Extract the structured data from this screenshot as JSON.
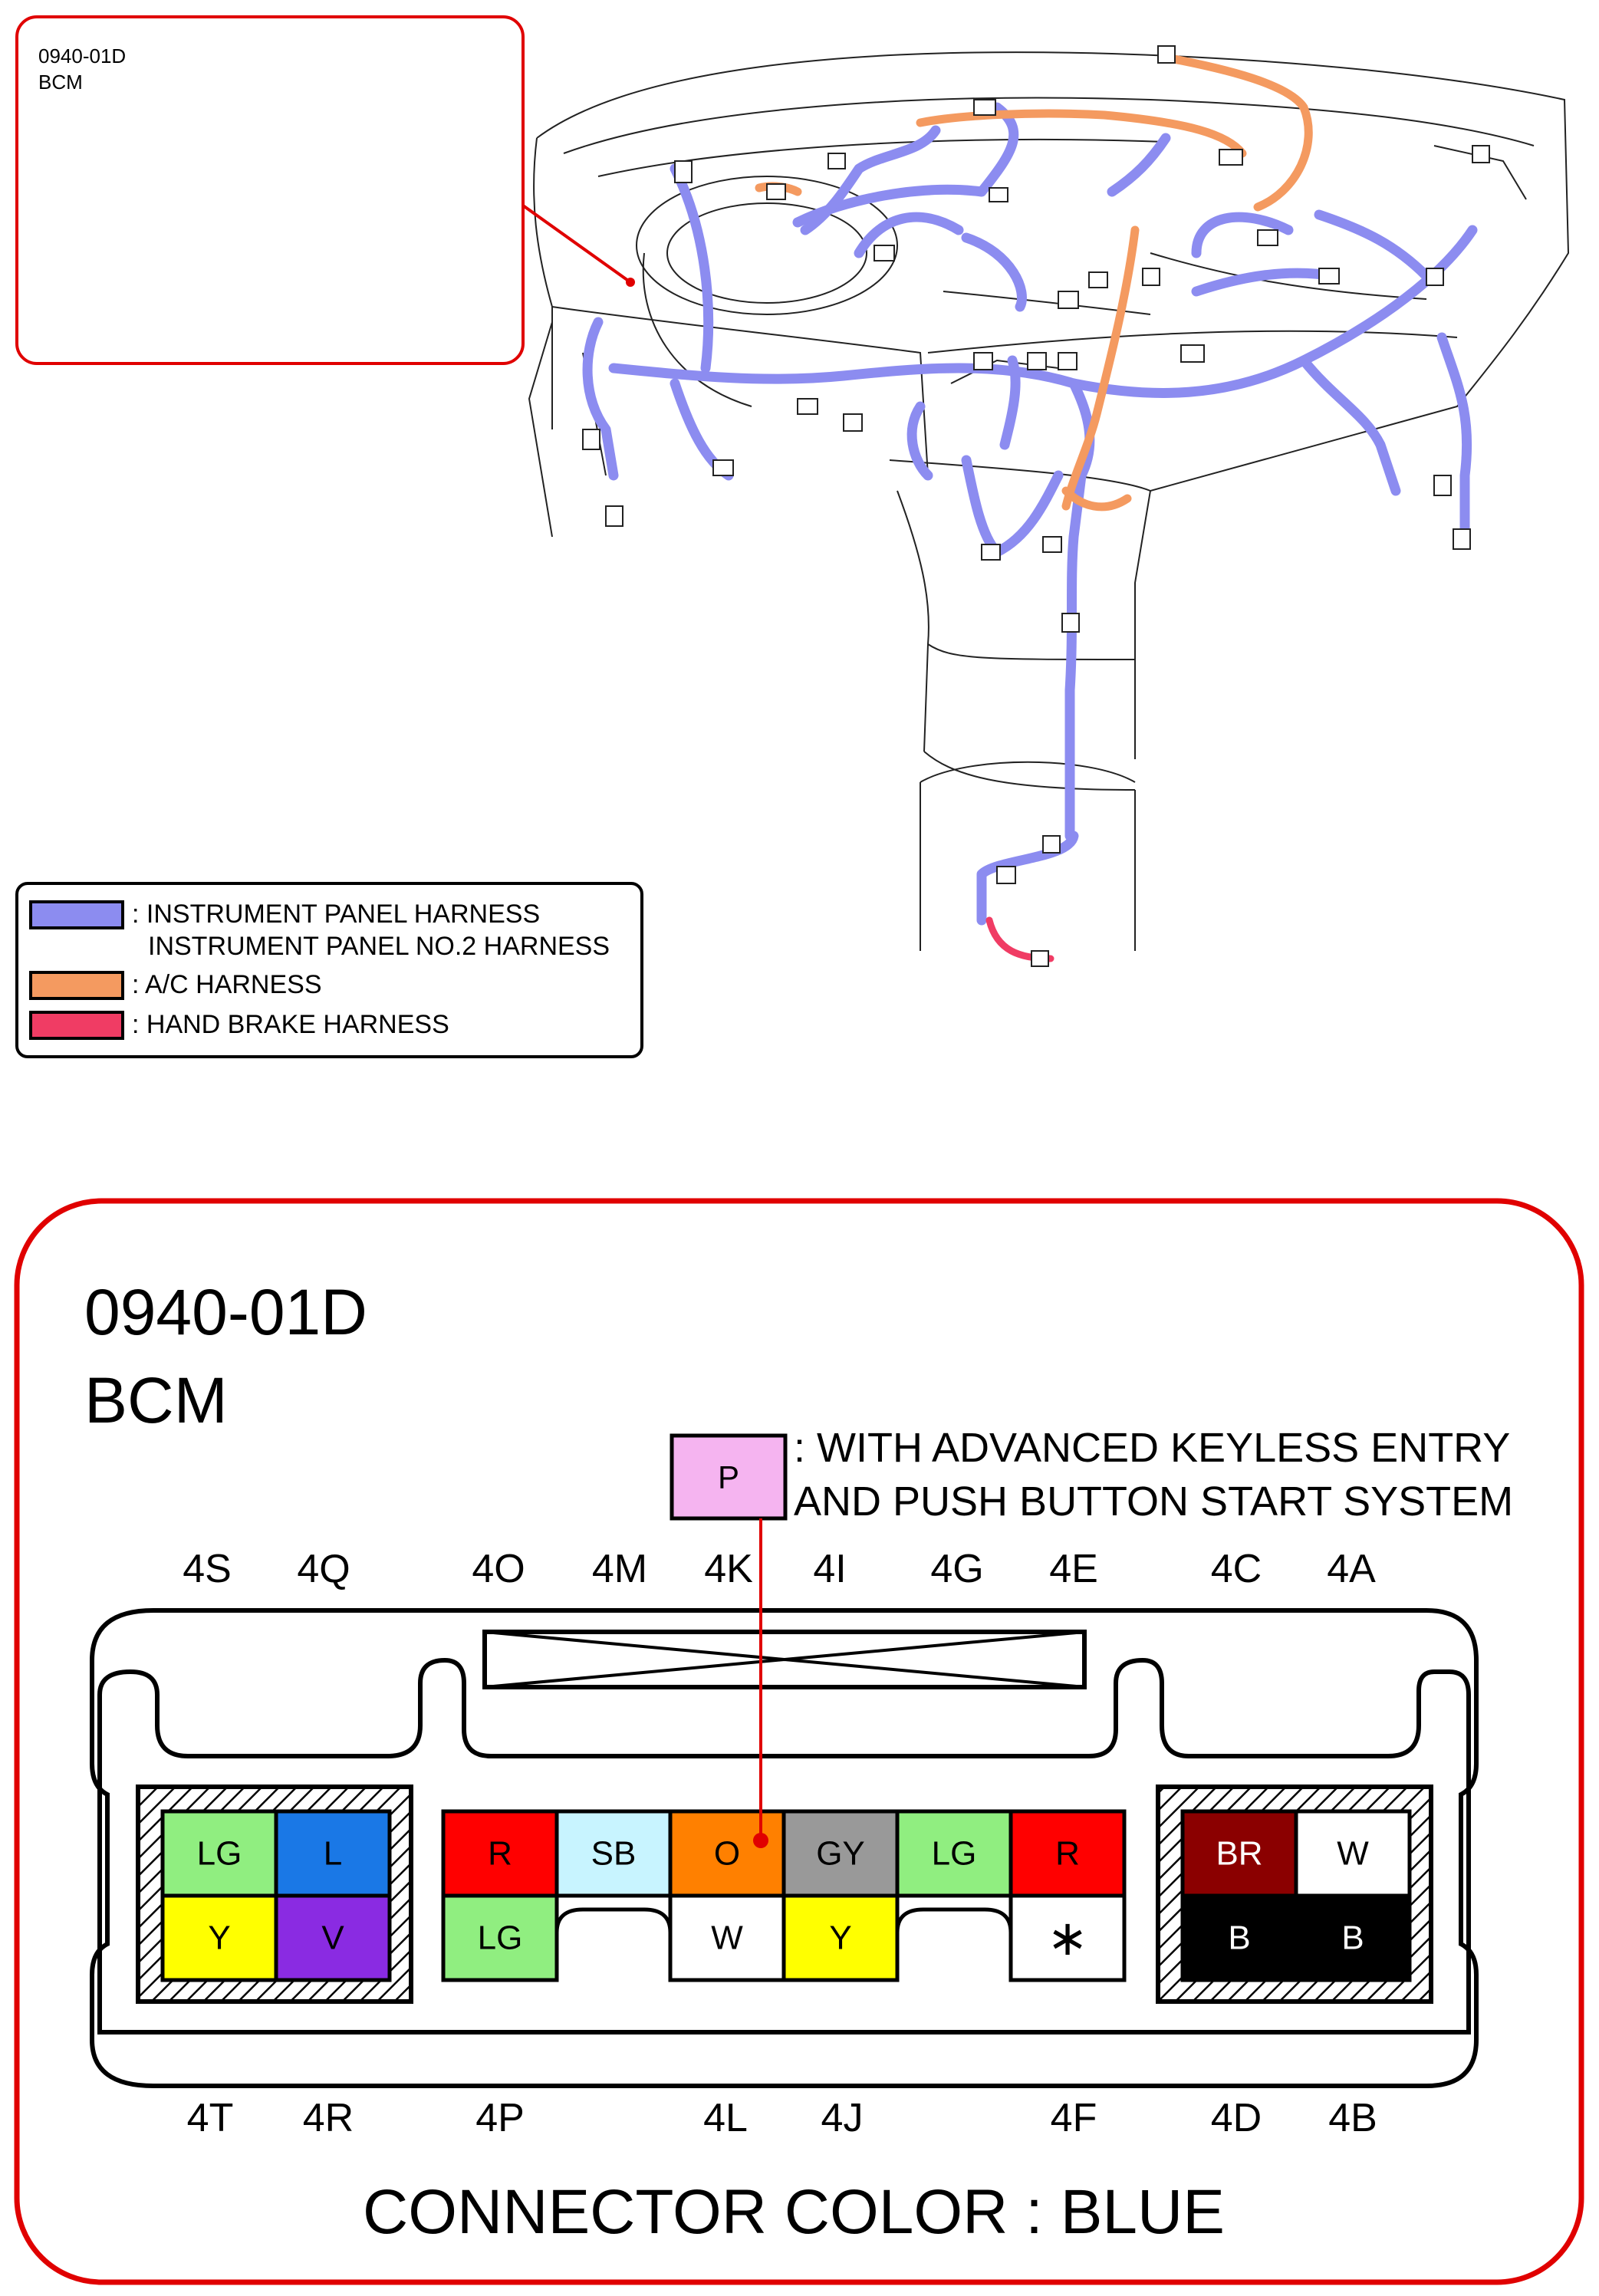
{
  "connector": {
    "code": "0940-01D",
    "name": "BCM",
    "color_note": "CONNECTOR COLOR : BLUE",
    "p_label": "P",
    "p_note_line1": ": WITH ADVANCED KEYLESS ENTRY",
    "p_note_line2": "AND PUSH BUTTON START SYSTEM",
    "top_pins": [
      "4S",
      "4Q",
      "4O",
      "4M",
      "4K",
      "4I",
      "4G",
      "4E",
      "4C",
      "4A"
    ],
    "bottom_pins": [
      "4T",
      "4R",
      "4P",
      "4L",
      "4J",
      "4F",
      "4D",
      "4B"
    ],
    "left_block": [
      [
        {
          "t": "LG",
          "c": "#90ee80"
        },
        {
          "t": "L",
          "c": "#1a78e6"
        }
      ],
      [
        {
          "t": "Y",
          "c": "#ffff00"
        },
        {
          "t": "V",
          "c": "#8a2be2"
        }
      ]
    ],
    "middle_block_top": [
      {
        "t": "R",
        "c": "#ff0000"
      },
      {
        "t": "SB",
        "c": "#c8f4ff"
      },
      {
        "t": "O",
        "c": "#ff8000"
      },
      {
        "t": "GY",
        "c": "#999999"
      },
      {
        "t": "LG",
        "c": "#90ee80"
      },
      {
        "t": "R",
        "c": "#ff0000"
      }
    ],
    "middle_block_bottom": [
      {
        "t": "LG",
        "c": "#90ee80"
      },
      {
        "t": "",
        "c": "none"
      },
      {
        "t": "W",
        "c": "#ffffff"
      },
      {
        "t": "Y",
        "c": "#ffff00"
      },
      {
        "t": "",
        "c": "none"
      },
      {
        "t": "∗",
        "c": "#ffffff"
      }
    ],
    "right_block": [
      [
        {
          "t": "BR",
          "c": "#8b0000",
          "tc": "#ffffff"
        },
        {
          "t": "W",
          "c": "#ffffff",
          "tc": "#000000"
        }
      ],
      [
        {
          "t": "B",
          "c": "#000000",
          "tc": "#ffffff"
        },
        {
          "t": "B",
          "c": "#000000",
          "tc": "#ffffff"
        }
      ]
    ]
  },
  "legend": {
    "items": [
      {
        "color": "#8c8cf0",
        "line1": ": INSTRUMENT PANEL HARNESS",
        "line2": "INSTRUMENT PANEL NO.2 HARNESS"
      },
      {
        "color": "#f49a60",
        "line1": ": A/C HARNESS",
        "line2": ""
      },
      {
        "color": "#f03c64",
        "line1": ": HAND BRAKE HARNESS",
        "line2": ""
      }
    ]
  },
  "colors": {
    "callout_border": "#e00000",
    "harness_main": "#8c8cf0",
    "harness_ac": "#f49a60",
    "harness_brake": "#f03c64",
    "p_fill": "#f5b4f0"
  }
}
